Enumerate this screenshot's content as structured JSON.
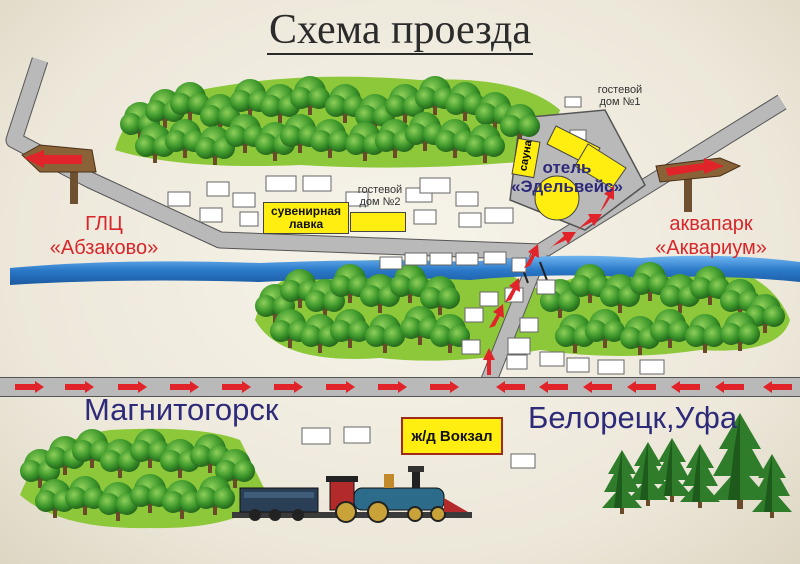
{
  "title": "Схема проезда",
  "places": {
    "glc": {
      "line1": "ГЛЦ",
      "line2": "«Абзаково»"
    },
    "aquapark": {
      "line1": "аквапарк",
      "line2": "«Аквариум»"
    },
    "hotel": {
      "line1": "отель",
      "line2": "«Эдельвейс»"
    },
    "guest1": {
      "line1": "гостевой",
      "line2": "дом №1"
    },
    "guest2": {
      "line1": "гостевой",
      "line2": "дом №2"
    },
    "souvenir": {
      "line1": "сувенирная",
      "line2": "лавка"
    },
    "sauna": "сауна",
    "station": "ж/д Вокзал"
  },
  "directions": {
    "west": "Магнитогорск",
    "east": "Белорецк,Уфа"
  },
  "colors": {
    "road": "#b9b9b9",
    "river": "#2f7fd0",
    "arrow": "#e0242a",
    "sign_label": "#d8262a",
    "city_label": "#2d2a7a",
    "highlight": "#ffee10",
    "forest": "#3f8f2e"
  }
}
